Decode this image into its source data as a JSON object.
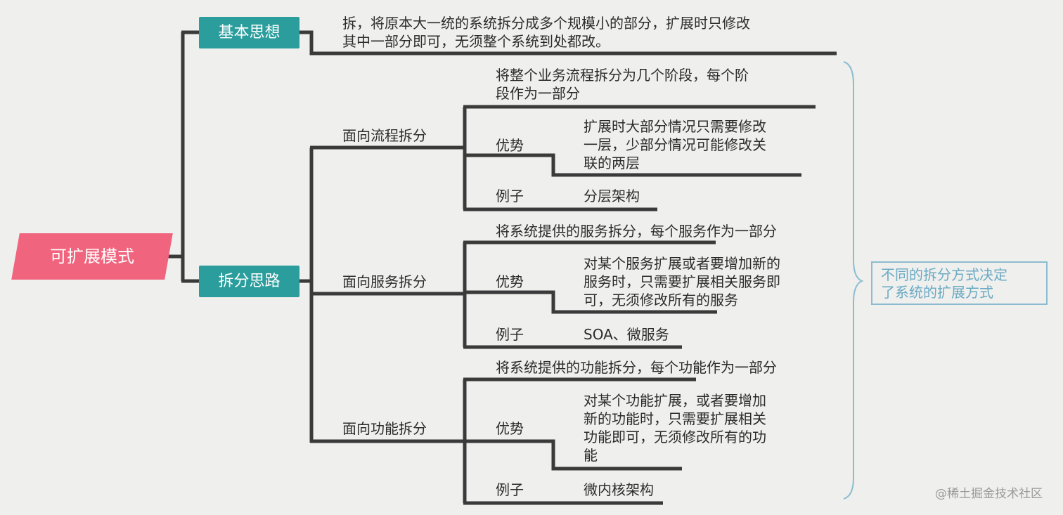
{
  "root": "可扩展模式",
  "branches": {
    "basic": {
      "label": "基本思想",
      "text": "拆，将原本大一统的系统拆分成多个规模小的部分，扩展时只修改\n其中一部分即可，无须整个系统到处都改。"
    },
    "split": {
      "label": "拆分思路"
    }
  },
  "flow": {
    "label": "面向流程拆分",
    "desc": "将整个业务流程拆分为几个阶段，每个阶\n段作为一部分",
    "adv_label": "优势",
    "adv": "扩展时大部分情况只需要修改\n一层，少部分情况可能修改关\n联的两层",
    "ex_label": "例子",
    "ex": "分层架构"
  },
  "service": {
    "label": "面向服务拆分",
    "desc": "将系统提供的服务拆分，每个服务作为一部分",
    "adv_label": "优势",
    "adv": "对某个服务扩展或者要增加新的\n服务时，只需要扩展相关服务即\n可，无须修改所有的服务",
    "ex_label": "例子",
    "ex": "SOA、微服务"
  },
  "function": {
    "label": "面向功能拆分",
    "desc": "将系统提供的功能拆分，每个功能作为一部分",
    "adv_label": "优势",
    "adv": "对某个功能扩展，或者要增加\n新的功能时，只需要扩展相关\n功能即可，无须修改所有的功\n能",
    "ex_label": "例子",
    "ex": "微内核架构"
  },
  "note": "不同的拆分方式决定\n了系统的扩展方式",
  "watermark": "@稀土掘金技术社区",
  "colors": {
    "root": "#f0647e",
    "box": "#2a9d9c",
    "line": "#3a3a3a",
    "note": "#6aaac4"
  }
}
